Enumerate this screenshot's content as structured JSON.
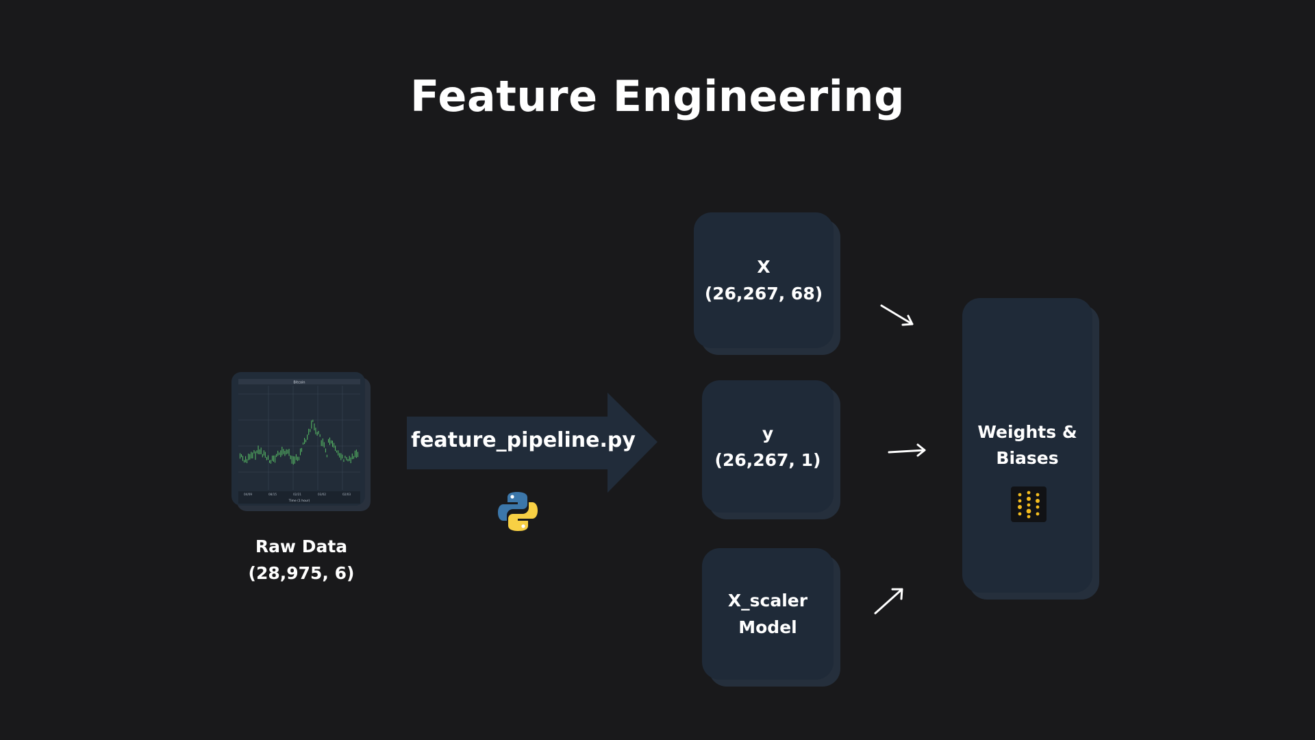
{
  "title": "Feature Engineering",
  "raw_data": {
    "label_line1": "Raw Data",
    "label_line2": "(28,975, 6)",
    "thumbnail": {
      "chart_title": "Bitcoin",
      "xlabel": "Time (1 hour)",
      "x_ticks": [
        "04/09",
        "08/15",
        "02/21",
        "03/02",
        "02/03"
      ]
    }
  },
  "pipeline": {
    "script_name": "feature_pipeline.py",
    "icon": "python-logo-icon"
  },
  "outputs": [
    {
      "line1": "X",
      "line2": "(26,267, 68)"
    },
    {
      "line1": "y",
      "line2": "(26,267, 1)"
    },
    {
      "line1": "X_scaler",
      "line2": "Model"
    }
  ],
  "destination": {
    "line1": "Weights &",
    "line2": "Biases",
    "icon": "wandb-logo-icon"
  },
  "colors": {
    "background": "#19191b",
    "card": "#1f2a38",
    "candle": "#5fd16b",
    "wandb_dot": "#f5bd1f",
    "python_blue": "#3c77aa",
    "python_yellow": "#f8d044"
  }
}
